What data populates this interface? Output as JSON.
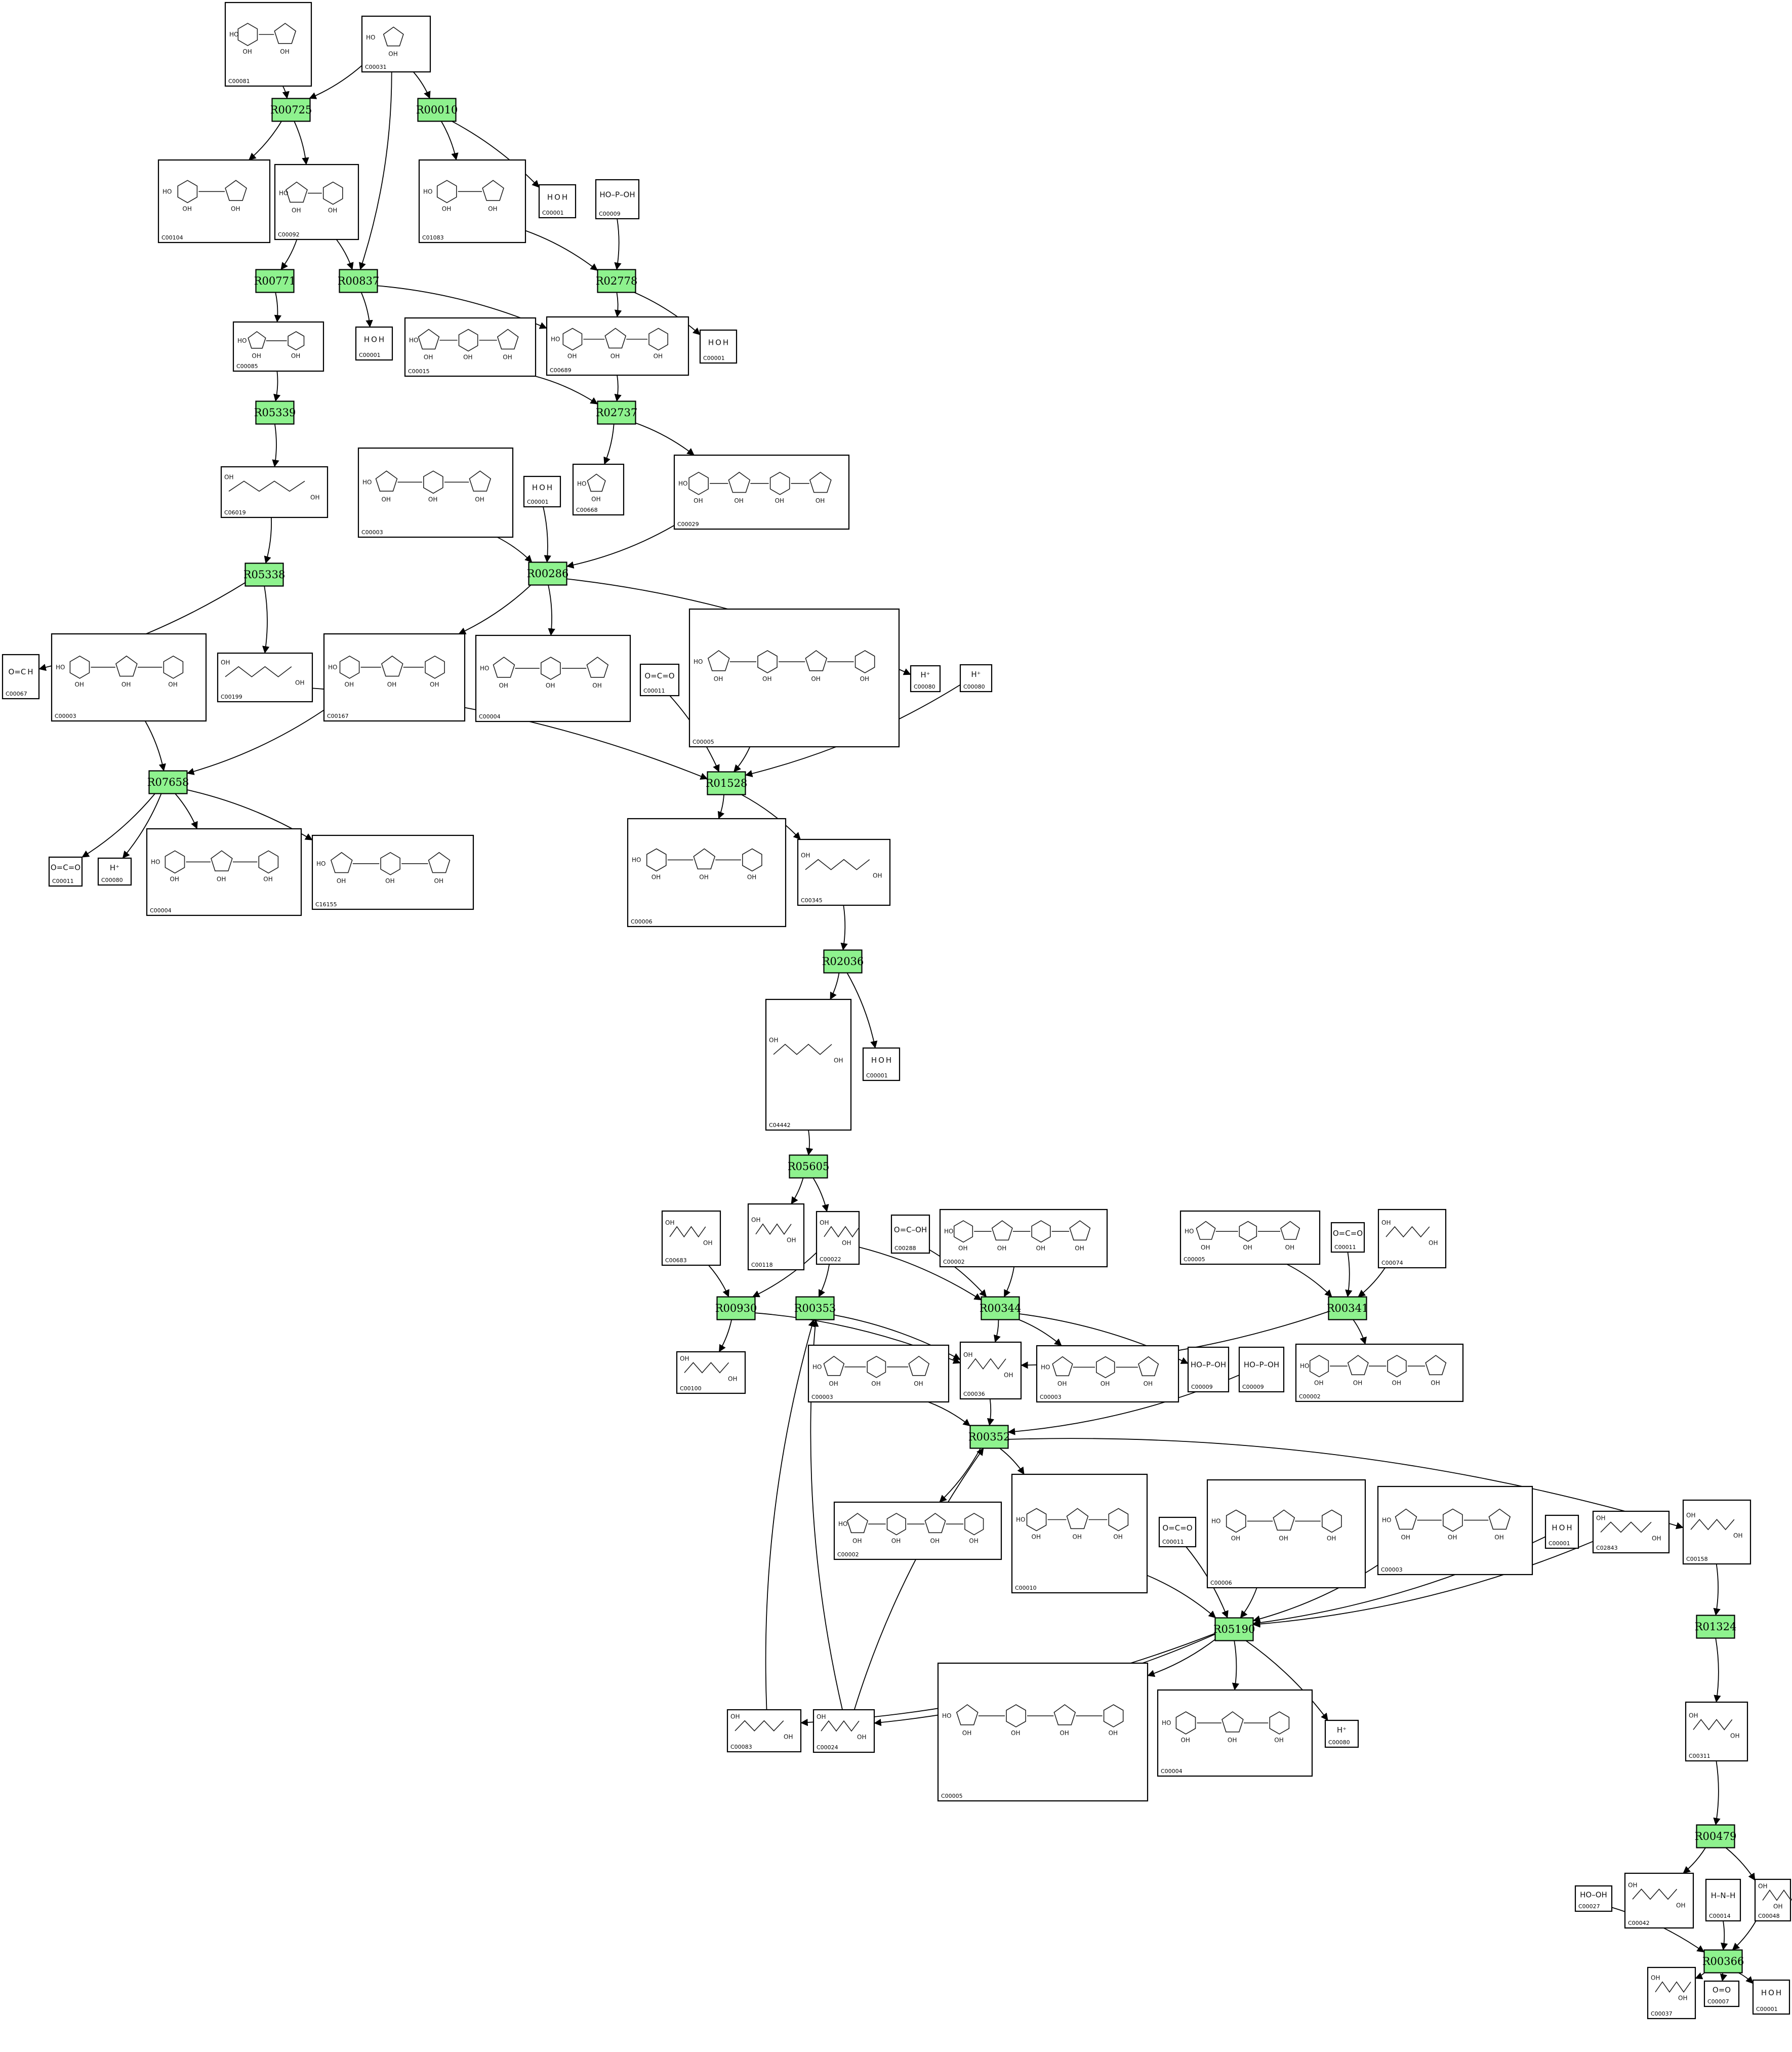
{
  "colors": {
    "reaction_fill": "#8ef28e",
    "stroke": "#000000",
    "background": "#ffffff"
  },
  "compounds": [
    {
      "id": "C00081",
      "label": "C00081",
      "kind": "ring"
    },
    {
      "id": "C00031",
      "label": "C00031",
      "kind": "ring"
    },
    {
      "id": "C00104",
      "label": "C00104",
      "kind": "ring"
    },
    {
      "id": "C00092",
      "label": "C00092",
      "kind": "ring"
    },
    {
      "id": "C01083",
      "label": "C01083",
      "kind": "ring"
    },
    {
      "id": "C00001a",
      "label": "C00001",
      "kind": "formula",
      "formula": "H O H"
    },
    {
      "id": "C00009a",
      "label": "C00009",
      "kind": "formula",
      "formula": "HO–P–OH"
    },
    {
      "id": "C00085",
      "label": "C00085",
      "kind": "ring"
    },
    {
      "id": "C00001b",
      "label": "C00001",
      "kind": "formula",
      "formula": "H O H"
    },
    {
      "id": "C00015",
      "label": "C00015",
      "kind": "ring"
    },
    {
      "id": "C00689",
      "label": "C00689",
      "kind": "ring"
    },
    {
      "id": "C00001c",
      "label": "C00001",
      "kind": "formula",
      "formula": "H O H"
    },
    {
      "id": "C06019",
      "label": "C06019",
      "kind": "chain"
    },
    {
      "id": "C00003a",
      "label": "C00003",
      "kind": "ring"
    },
    {
      "id": "C00001d",
      "label": "C00001",
      "kind": "formula",
      "formula": "H O H"
    },
    {
      "id": "C00668",
      "label": "C00668",
      "kind": "ring"
    },
    {
      "id": "C00029",
      "label": "C00029",
      "kind": "ring"
    },
    {
      "id": "C00067",
      "label": "C00067",
      "kind": "formula",
      "formula": "O=C H"
    },
    {
      "id": "C00003b",
      "label": "C00003",
      "kind": "ring"
    },
    {
      "id": "C00199",
      "label": "C00199",
      "kind": "chain"
    },
    {
      "id": "C00167",
      "label": "C00167",
      "kind": "ring"
    },
    {
      "id": "C00004a",
      "label": "C00004",
      "kind": "ring"
    },
    {
      "id": "C00011a",
      "label": "C00011",
      "kind": "formula",
      "formula": "O=C=O"
    },
    {
      "id": "C00005a",
      "label": "C00005",
      "kind": "ring"
    },
    {
      "id": "C00080a",
      "label": "C00080",
      "kind": "formula",
      "formula": "H⁺"
    },
    {
      "id": "C00080b",
      "label": "C00080",
      "kind": "formula",
      "formula": "H⁺"
    },
    {
      "id": "C00011b",
      "label": "C00011",
      "kind": "formula",
      "formula": "O=C=O"
    },
    {
      "id": "C00080c",
      "label": "C00080",
      "kind": "formula",
      "formula": "H⁺"
    },
    {
      "id": "C00004b",
      "label": "C00004",
      "kind": "ring"
    },
    {
      "id": "C16155",
      "label": "C16155",
      "kind": "ring"
    },
    {
      "id": "C00006a",
      "label": "C00006",
      "kind": "ring"
    },
    {
      "id": "C00345",
      "label": "C00345",
      "kind": "chain"
    },
    {
      "id": "C04442",
      "label": "C04442",
      "kind": "chain"
    },
    {
      "id": "C00001e",
      "label": "C00001",
      "kind": "formula",
      "formula": "H O H"
    },
    {
      "id": "C00683",
      "label": "C00683",
      "kind": "chain"
    },
    {
      "id": "C00118",
      "label": "C00118",
      "kind": "chain"
    },
    {
      "id": "C00022",
      "label": "C00022",
      "kind": "chain"
    },
    {
      "id": "C00288",
      "label": "C00288",
      "kind": "formula",
      "formula": "O=C–OH"
    },
    {
      "id": "C00002a",
      "label": "C00002",
      "kind": "ring"
    },
    {
      "id": "C00005b",
      "label": "C00005",
      "kind": "ring"
    },
    {
      "id": "C00011c",
      "label": "C00011",
      "kind": "formula",
      "formula": "O=C=O"
    },
    {
      "id": "C00074",
      "label": "C00074",
      "kind": "chain"
    },
    {
      "id": "C00100",
      "label": "C00100",
      "kind": "chain"
    },
    {
      "id": "C00003c",
      "label": "C00003",
      "kind": "ring"
    },
    {
      "id": "C00036",
      "label": "C00036",
      "kind": "chain"
    },
    {
      "id": "C00003d",
      "label": "C00003",
      "kind": "ring"
    },
    {
      "id": "C00009b",
      "label": "C00009",
      "kind": "formula",
      "formula": "HO–P–OH"
    },
    {
      "id": "C00009c",
      "label": "C00009",
      "kind": "formula",
      "formula": "HO–P–OH"
    },
    {
      "id": "C00002b",
      "label": "C00002",
      "kind": "ring"
    },
    {
      "id": "C00002c",
      "label": "C00002",
      "kind": "ring"
    },
    {
      "id": "C00010",
      "label": "C00010",
      "kind": "ring"
    },
    {
      "id": "C00011d",
      "label": "C00011",
      "kind": "formula",
      "formula": "O=C=O"
    },
    {
      "id": "C00006b",
      "label": "C00006",
      "kind": "ring"
    },
    {
      "id": "C00003e",
      "label": "C00003",
      "kind": "ring"
    },
    {
      "id": "C00001f",
      "label": "C00001",
      "kind": "formula",
      "formula": "H O H"
    },
    {
      "id": "C02843",
      "label": "C02843",
      "kind": "chain"
    },
    {
      "id": "C00158",
      "label": "C00158",
      "kind": "chain"
    },
    {
      "id": "C00083",
      "label": "C00083",
      "kind": "chain"
    },
    {
      "id": "C00024",
      "label": "C00024",
      "kind": "chain"
    },
    {
      "id": "C00005c",
      "label": "C00005",
      "kind": "ring"
    },
    {
      "id": "C00004c",
      "label": "C00004",
      "kind": "ring"
    },
    {
      "id": "C00080d",
      "label": "C00080",
      "kind": "formula",
      "formula": "H⁺"
    },
    {
      "id": "C00311",
      "label": "C00311",
      "kind": "chain"
    },
    {
      "id": "C00027",
      "label": "C00027",
      "kind": "formula",
      "formula": "HO–OH"
    },
    {
      "id": "C00042",
      "label": "C00042",
      "kind": "chain"
    },
    {
      "id": "C00014",
      "label": "C00014",
      "kind": "formula",
      "formula": "H–N–H"
    },
    {
      "id": "C00048",
      "label": "C00048",
      "kind": "chain"
    },
    {
      "id": "C00037",
      "label": "C00037",
      "kind": "chain"
    },
    {
      "id": "C00007",
      "label": "C00007",
      "kind": "formula",
      "formula": "O=O"
    },
    {
      "id": "C00001g",
      "label": "C00001",
      "kind": "formula",
      "formula": "H O H"
    }
  ],
  "reactions": [
    {
      "id": "R00725",
      "label": "R00725"
    },
    {
      "id": "R00010",
      "label": "R00010"
    },
    {
      "id": "R00771",
      "label": "R00771"
    },
    {
      "id": "R00837",
      "label": "R00837"
    },
    {
      "id": "R02778",
      "label": "R02778"
    },
    {
      "id": "R05339",
      "label": "R05339"
    },
    {
      "id": "R02737",
      "label": "R02737"
    },
    {
      "id": "R05338",
      "label": "R05338"
    },
    {
      "id": "R00286",
      "label": "R00286"
    },
    {
      "id": "R07658",
      "label": "R07658"
    },
    {
      "id": "R01528",
      "label": "R01528"
    },
    {
      "id": "R02036",
      "label": "R02036"
    },
    {
      "id": "R05605",
      "label": "R05605"
    },
    {
      "id": "R00930",
      "label": "R00930"
    },
    {
      "id": "R00353",
      "label": "R00353"
    },
    {
      "id": "R00344",
      "label": "R00344"
    },
    {
      "id": "R00341",
      "label": "R00341"
    },
    {
      "id": "R00352",
      "label": "R00352"
    },
    {
      "id": "R05190",
      "label": "R05190"
    },
    {
      "id": "R01324",
      "label": "R01324"
    },
    {
      "id": "R00479",
      "label": "R00479"
    },
    {
      "id": "R00366",
      "label": "R00366"
    }
  ],
  "edges": [
    [
      "C00081",
      "R00725"
    ],
    [
      "C00031",
      "R00725"
    ],
    [
      "C00031",
      "R00010"
    ],
    [
      "C00031",
      "R00837"
    ],
    [
      "R00725",
      "C00104"
    ],
    [
      "R00725",
      "C00092"
    ],
    [
      "R00010",
      "C01083"
    ],
    [
      "R00010",
      "C00001a"
    ],
    [
      "C00092",
      "R00771"
    ],
    [
      "C00092",
      "R00837"
    ],
    [
      "C01083",
      "R02778"
    ],
    [
      "C00009a",
      "R02778"
    ],
    [
      "R00771",
      "C00085"
    ],
    [
      "R00837",
      "C00001b"
    ],
    [
      "R00837",
      "C00689"
    ],
    [
      "R02778",
      "C00689"
    ],
    [
      "R02778",
      "C00001c"
    ],
    [
      "C00085",
      "R05339"
    ],
    [
      "C00015",
      "R02737"
    ],
    [
      "C00689",
      "R02737"
    ],
    [
      "R05339",
      "C06019"
    ],
    [
      "R02737",
      "C00668"
    ],
    [
      "R02737",
      "C00029"
    ],
    [
      "C06019",
      "R05338"
    ],
    [
      "C00003a",
      "R00286"
    ],
    [
      "C00001d",
      "R00286"
    ],
    [
      "C00029",
      "R00286"
    ],
    [
      "R05338",
      "C00067"
    ],
    [
      "R05338",
      "C00199"
    ],
    [
      "R00286",
      "C00167"
    ],
    [
      "R00286",
      "C00004a"
    ],
    [
      "R00286",
      "C00080a"
    ],
    [
      "C00003b",
      "R07658"
    ],
    [
      "C00167",
      "R07658"
    ],
    [
      "C00199",
      "R01528"
    ],
    [
      "C00011a",
      "R01528"
    ],
    [
      "C00005a",
      "R01528"
    ],
    [
      "C00080b",
      "R01528"
    ],
    [
      "R07658",
      "C00011b"
    ],
    [
      "R07658",
      "C00080c"
    ],
    [
      "R07658",
      "C00004b"
    ],
    [
      "R07658",
      "C16155"
    ],
    [
      "R01528",
      "C00006a"
    ],
    [
      "R01528",
      "C00345"
    ],
    [
      "C00345",
      "R02036"
    ],
    [
      "R02036",
      "C04442"
    ],
    [
      "R02036",
      "C00001e"
    ],
    [
      "C04442",
      "R05605"
    ],
    [
      "R05605",
      "C00118"
    ],
    [
      "R05605",
      "C00022"
    ],
    [
      "C00683",
      "R00930"
    ],
    [
      "C00022",
      "R00930"
    ],
    [
      "C00022",
      "R00353"
    ],
    [
      "C00022",
      "R00344"
    ],
    [
      "C00288",
      "R00344"
    ],
    [
      "C00002a",
      "R00344"
    ],
    [
      "C00005b",
      "R00341"
    ],
    [
      "C00011c",
      "R00341"
    ],
    [
      "C00074",
      "R00341"
    ],
    [
      "R00930",
      "C00100"
    ],
    [
      "R00930",
      "C00036"
    ],
    [
      "R00353",
      "C00036"
    ],
    [
      "R00344",
      "C00036"
    ],
    [
      "R00344",
      "C00003d"
    ],
    [
      "R00344",
      "C00009b"
    ],
    [
      "R00341",
      "C00036"
    ],
    [
      "R00341",
      "C00002b"
    ],
    [
      "C00003c",
      "R00352"
    ],
    [
      "C00036",
      "R00352"
    ],
    [
      "C00009c",
      "R00352"
    ],
    [
      "R00352",
      "C00002c"
    ],
    [
      "R00352",
      "C00010"
    ],
    [
      "R00352",
      "C00158"
    ],
    [
      "C00010",
      "R05190"
    ],
    [
      "C00011d",
      "R05190"
    ],
    [
      "C00006b",
      "R05190"
    ],
    [
      "C00003e",
      "R05190"
    ],
    [
      "C00001f",
      "R05190"
    ],
    [
      "C02843",
      "R05190"
    ],
    [
      "R05190",
      "C00083"
    ],
    [
      "R05190",
      "C00024"
    ],
    [
      "R05190",
      "C00005c"
    ],
    [
      "R05190",
      "C00004c"
    ],
    [
      "R05190",
      "C00080d"
    ],
    [
      "C00083",
      "R00353"
    ],
    [
      "C00024",
      "R00353"
    ],
    [
      "C00024",
      "R00352"
    ],
    [
      "C00158",
      "R01324"
    ],
    [
      "R01324",
      "C00311"
    ],
    [
      "C00311",
      "R00479"
    ],
    [
      "R00479",
      "C00042"
    ],
    [
      "R00479",
      "C00048"
    ],
    [
      "C00027",
      "R00366"
    ],
    [
      "C00014",
      "R00366"
    ],
    [
      "C00048",
      "R00366"
    ],
    [
      "R00366",
      "C00037"
    ],
    [
      "R00366",
      "C00007"
    ],
    [
      "R00366",
      "C00001g"
    ]
  ]
}
